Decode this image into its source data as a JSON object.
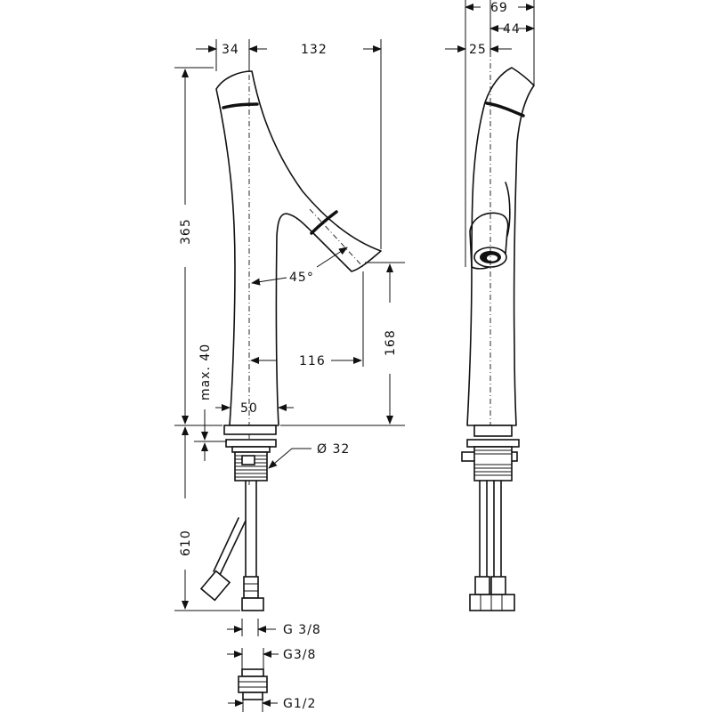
{
  "dimensions": {
    "d34": "34",
    "d132": "132",
    "d69": "69",
    "d44": "44",
    "d25": "25",
    "d365": "365",
    "d168": "168",
    "d45": "45°",
    "d116": "116",
    "dmax40": "max. 40",
    "d50": "50",
    "d32": "Ø 32",
    "d610": "610",
    "g38a": "G 3/8",
    "g38b": "G3/8",
    "g12": "G1/2"
  }
}
